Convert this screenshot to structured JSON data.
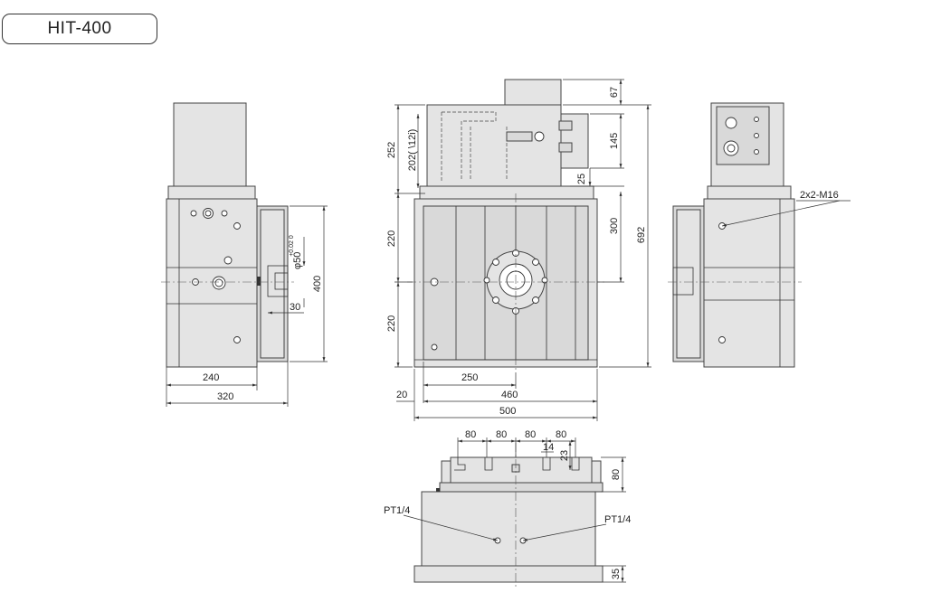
{
  "title": "HIT-400",
  "dimensions": {
    "side_left": {
      "w240": "240",
      "w320": "320",
      "h400": "400",
      "d30": "30",
      "phi50": "φ50",
      "tol": "+0.02 0"
    },
    "front": {
      "h67": "67",
      "h145": "145",
      "h25": "25",
      "h300": "300",
      "h692": "692",
      "h252": "252",
      "h202": "202( \\12i)",
      "h220a": "220",
      "h220b": "220",
      "w250": "250",
      "w460": "460",
      "w500": "500",
      "w20": "20"
    },
    "side_right": {
      "note": "2x2-M16"
    },
    "bottom": {
      "s80a": "80",
      "s80b": "80",
      "s80c": "80",
      "s80d": "80",
      "s14": "14",
      "s23": "23",
      "h80": "80",
      "h35": "35",
      "pt_left": "PT1/4",
      "pt_right": "PT1/4"
    }
  }
}
